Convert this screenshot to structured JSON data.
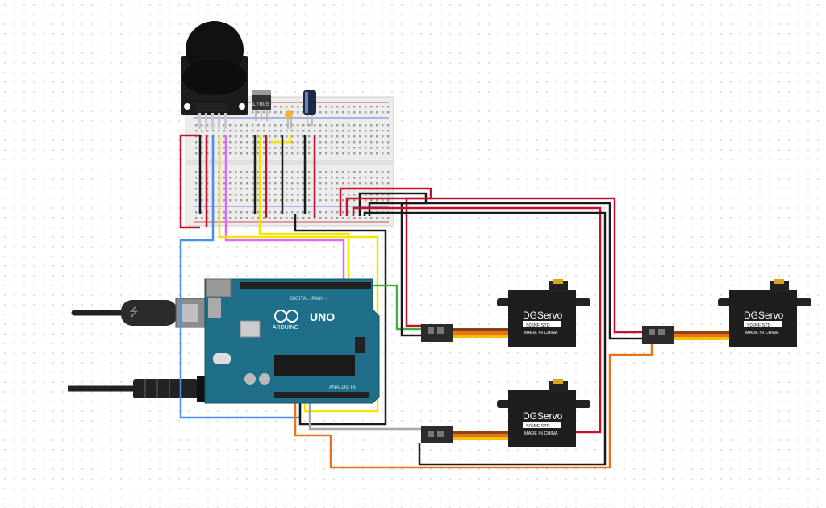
{
  "regulator": {
    "label": "L7805"
  },
  "arduino": {
    "logo": "ARDUINO",
    "model": "UNO",
    "digital_header": "DIGITAL (PWM~)",
    "analog_header": "ANALOG IN"
  },
  "servos": [
    {
      "brand": "DGServo",
      "model": "S05NF STD",
      "origin": "MADE IN CHINA"
    },
    {
      "brand": "DGServo",
      "model": "S05NF STD",
      "origin": "MADE IN CHINA"
    },
    {
      "brand": "DGServo",
      "model": "S05NF STD",
      "origin": "MADE IN CHINA"
    }
  ],
  "colors": {
    "red": "#c8102e",
    "black": "#1a1a1a",
    "blue": "#4a90e2",
    "yellow": "#f2e600",
    "magenta": "#e066ff",
    "green": "#3cb33c",
    "orange": "#e8731a",
    "gray": "#a6a6a6",
    "board": "#1f6f8b"
  }
}
